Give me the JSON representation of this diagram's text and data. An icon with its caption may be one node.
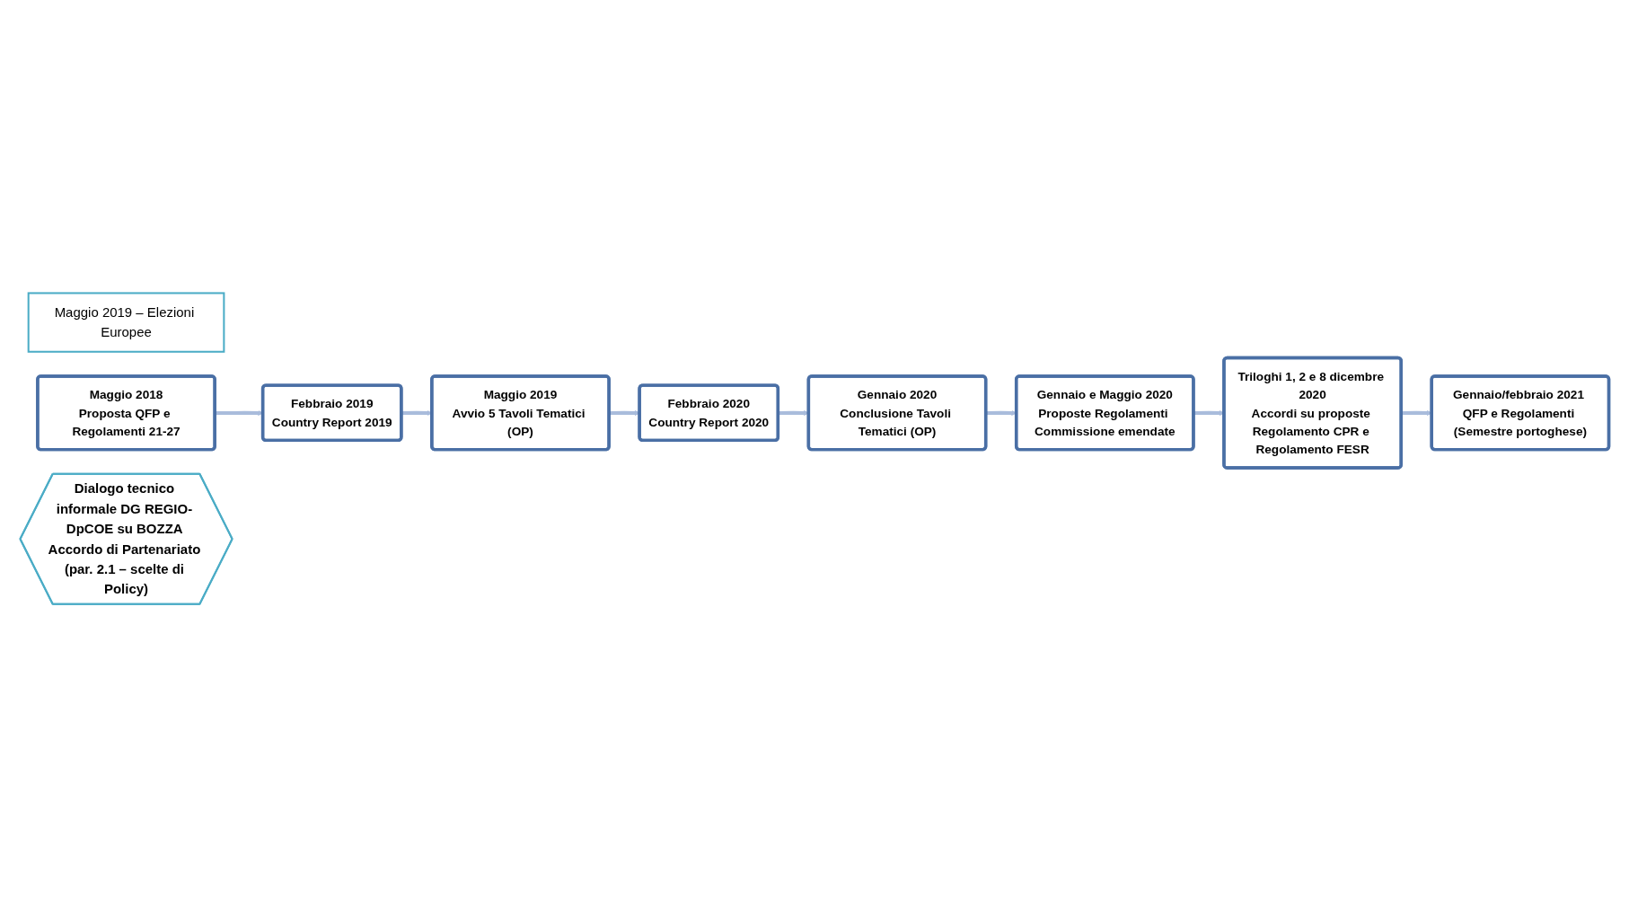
{
  "diagram": {
    "nodes": [
      {
        "text": [
          "Maggio 2019 – Elezioni Europee"
        ]
      },
      {
        "text": [
          "Maggio 2018",
          "Proposta QFP e Regolamenti 21-27"
        ]
      },
      {
        "text": [
          "Febbraio 2019",
          "Country Report 2019"
        ]
      },
      {
        "text": [
          "Maggio 2019",
          "Avvio 5 Tavoli Tematici (OP)"
        ]
      },
      {
        "text": [
          "Febbraio 2020",
          "Country Report 2020"
        ]
      },
      {
        "text": [
          "Gennaio 2020",
          "Conclusione Tavoli Tematici (OP)"
        ]
      },
      {
        "text": [
          "Gennaio e Maggio 2020",
          "Proposte Regolamenti Commissione emendate"
        ]
      },
      {
        "text": [
          "Triloghi 1, 2 e 8 dicembre 2020",
          "Accordi su proposte Regolamento CPR e Regolamento FESR"
        ]
      },
      {
        "text": [
          "Gennaio/febbraio 2021 QFP e Regolamenti (Semestre portoghese)"
        ]
      },
      {
        "text": [
          "Dialogo tecnico informale DG REGIO- DpCOE su BOZZA Accordo di Partenariato (par. 2.1 – scelte di Policy)"
        ]
      }
    ],
    "edges": [
      {
        "from": 1,
        "to": 2,
        "arrow": "to"
      },
      {
        "from": 2,
        "to": 3,
        "arrow": "to"
      },
      {
        "from": 3,
        "to": 4,
        "arrow": "to"
      },
      {
        "from": 4,
        "to": 5,
        "arrow": "to"
      },
      {
        "from": 5,
        "to": 6,
        "arrow": "to"
      },
      {
        "from": 6,
        "to": 7,
        "arrow": "to"
      },
      {
        "from": 7,
        "to": 8,
        "arrow": "to"
      }
    ]
  }
}
